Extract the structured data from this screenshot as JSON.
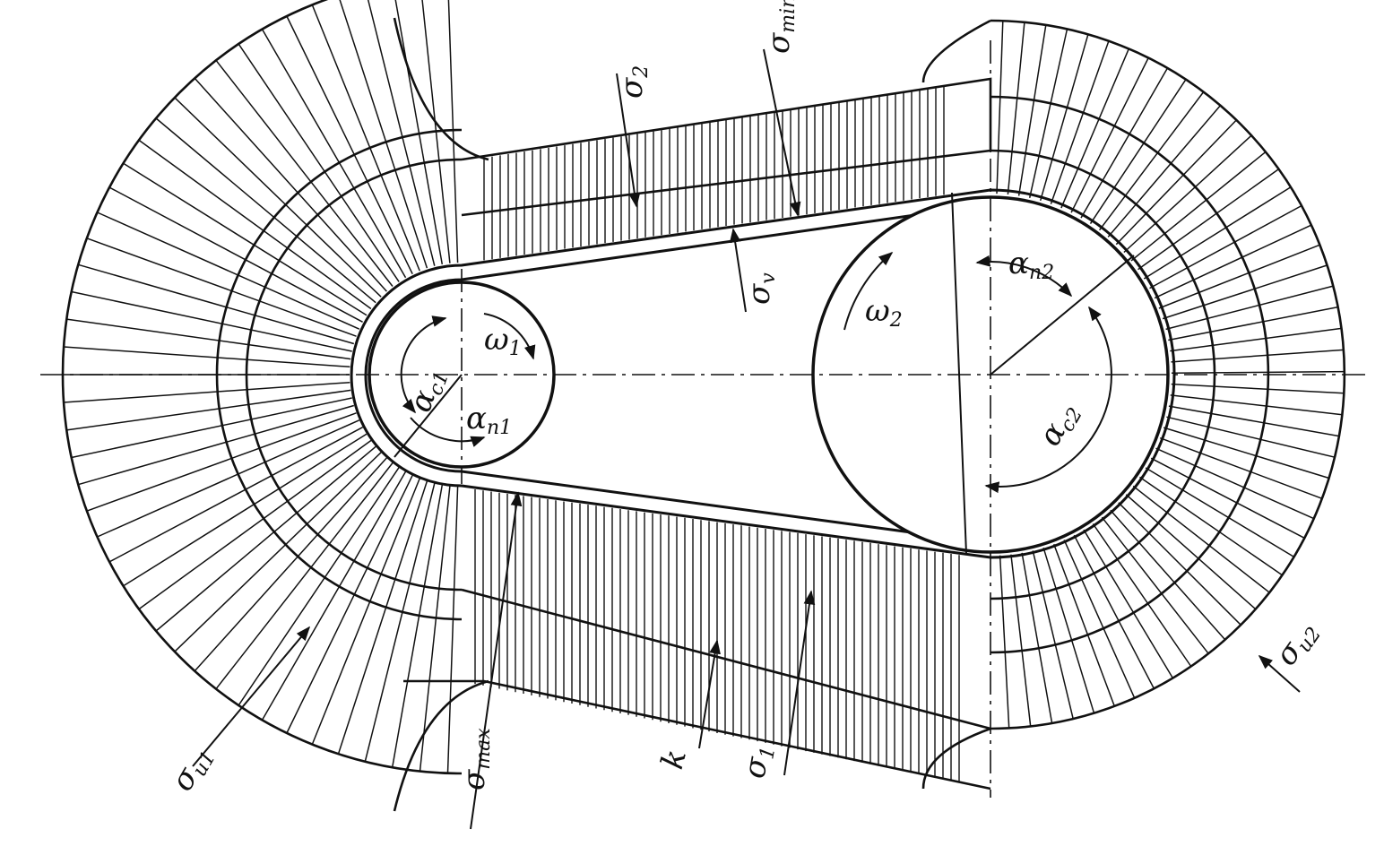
{
  "diagram": {
    "labels": {
      "sigma_min": {
        "sym": "σ",
        "sub": "min"
      },
      "sigma_2": {
        "sym": "σ",
        "sub": "2"
      },
      "sigma_v": {
        "sym": "σ",
        "sub": "v"
      },
      "alpha_n2": {
        "sym": "α",
        "sub": "n2"
      },
      "omega_2": {
        "sym": "ω",
        "sub": "2"
      },
      "omega_1": {
        "sym": "ω",
        "sub": "1"
      },
      "alpha_c1": {
        "sym": "α",
        "sub": "c1"
      },
      "alpha_n1": {
        "sym": "α",
        "sub": "n1"
      },
      "alpha_c2": {
        "sym": "α",
        "sub": "c2"
      },
      "sigma_u2": {
        "sym": "σ",
        "sub": "и2"
      },
      "sigma_u1": {
        "sym": "σ",
        "sub": "и1"
      },
      "sigma_max": {
        "sym": "σ",
        "sub": "max"
      },
      "k": {
        "sym": "k",
        "sub": ""
      },
      "sigma_1": {
        "sym": "σ",
        "sub": "1"
      }
    },
    "colors": {
      "ink": "#111111",
      "paper": "#ffffff"
    }
  }
}
